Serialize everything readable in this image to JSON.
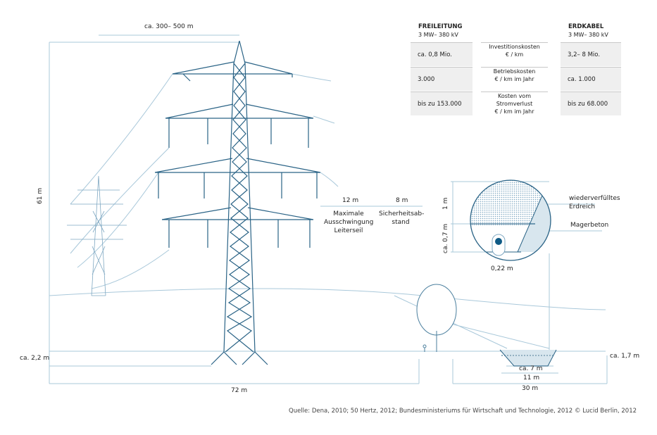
{
  "table": {
    "left_header": {
      "title": "FREILEITUNG",
      "sub": "3 MW– 380 kV"
    },
    "right_header": {
      "title": "ERDKABEL",
      "sub": "3 MW– 380 kV"
    },
    "rows": [
      {
        "left": "ca. 0,8 Mio.",
        "label1": "Investitionskosten",
        "label2": "€ / km",
        "right": "3,2– 8 Mio."
      },
      {
        "left": "3.000",
        "label1": "Betriebskosten",
        "label2": "€ / km im Jahr",
        "right": "ca. 1.000"
      },
      {
        "left": "bis zu 153.000",
        "label1": "Kosten vom Stromverlust",
        "label2": "€ / km im Jahr",
        "right": "bis zu 68.000"
      }
    ]
  },
  "dimensions": {
    "span": "ca. 300– 500 m",
    "height": "61 m",
    "foundation": "ca. 2,2 m",
    "width_total": "72 m",
    "swing": "12 m",
    "swing_label": [
      "Maximale",
      "Ausschwingung",
      "Leiterseil"
    ],
    "safety": "8 m",
    "safety_label": [
      "Sicherheitsab-",
      "stand"
    ],
    "cable_top": "1 m",
    "cable_bottom": "ca. 0,7 m",
    "cable_diameter": "0,22 m",
    "backfill": [
      "wiederverfülltes",
      "Erdreich"
    ],
    "concrete": "Magerbeton",
    "trench_depth": "ca. 1,7 m",
    "trench_bottom": "ca. 7 m",
    "trench_top": "11 m",
    "corridor": "30 m"
  },
  "footer": {
    "source": "Quelle: Dena, 2010; 50 Hertz, 2012; Bundesministeriums für Wirtschaft und Technologie, 2012",
    "copyright": "© Lucid Berlin, 2012"
  },
  "colors": {
    "line": "#2a6386",
    "light": "#a9c8da",
    "fill": "#efefef"
  }
}
